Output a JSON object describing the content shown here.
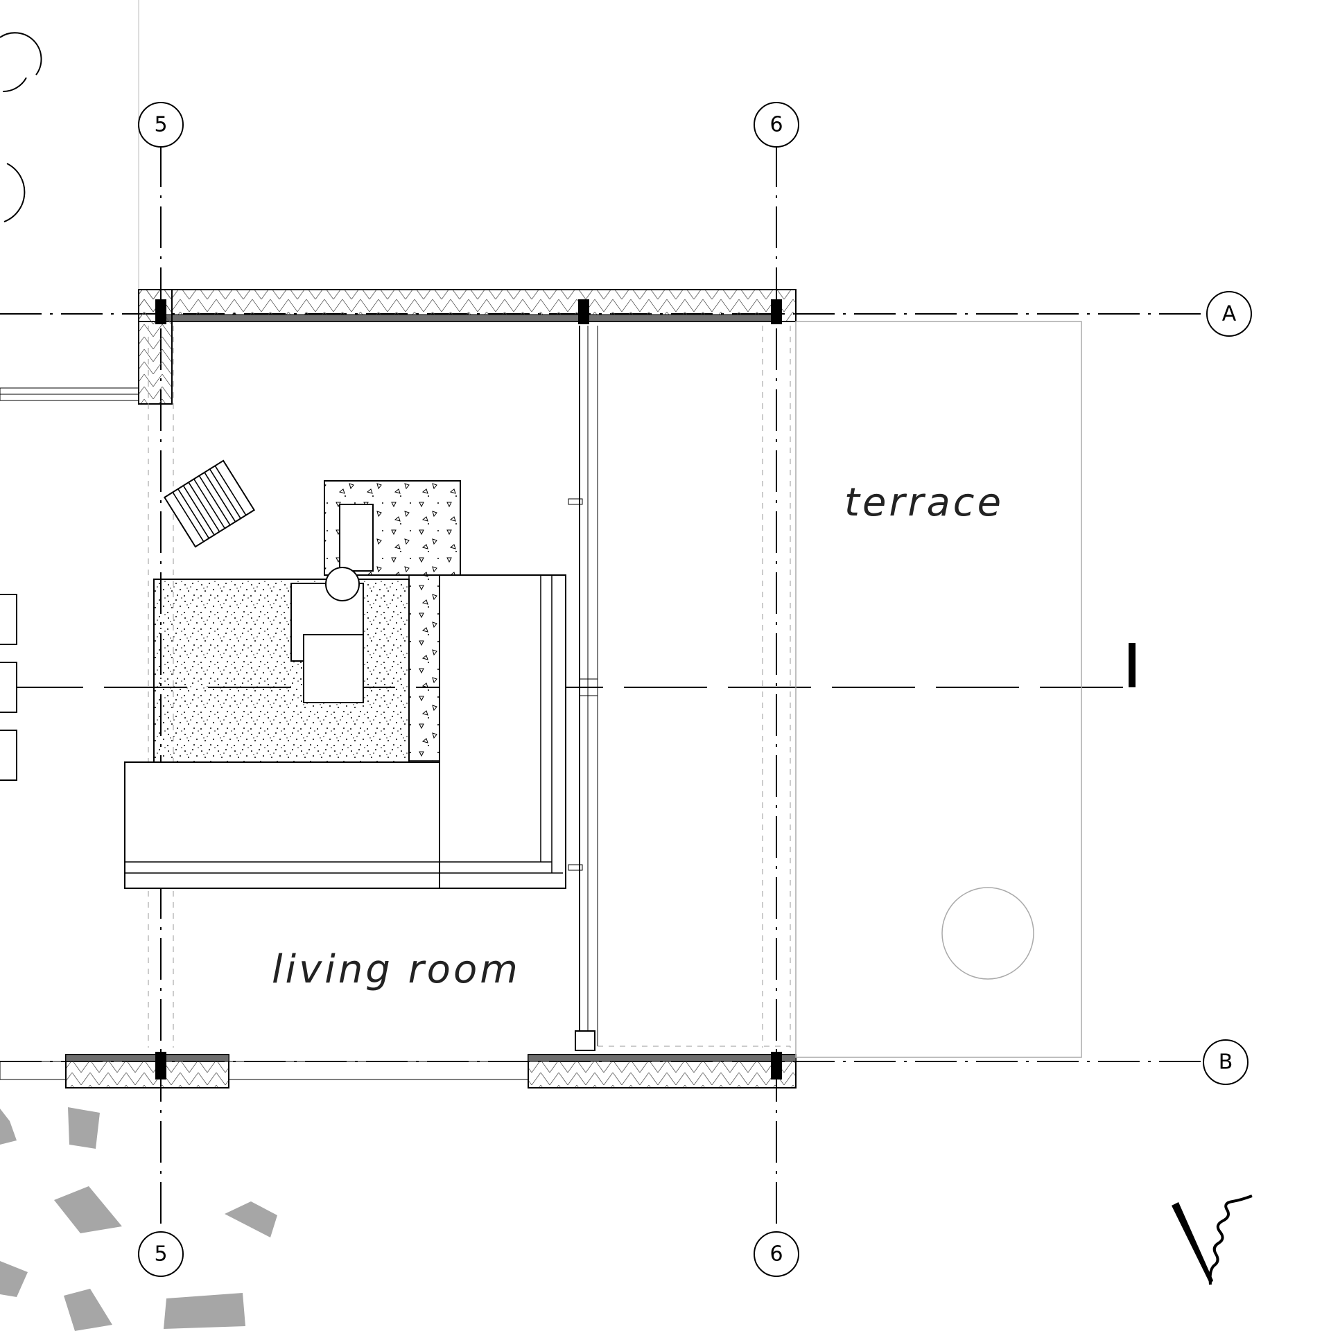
{
  "grid_axes": {
    "vertical": [
      "5",
      "6"
    ],
    "horizontal": [
      "A",
      "B"
    ]
  },
  "rooms": {
    "living": "living room",
    "terrace": "terrace"
  },
  "section_marker": "I",
  "colors": {
    "line": "#000000",
    "hatch": "#444444",
    "thin": "#9a9a9a",
    "stone": "#a6a6a6",
    "wall_fill": "#6e6e6e"
  }
}
